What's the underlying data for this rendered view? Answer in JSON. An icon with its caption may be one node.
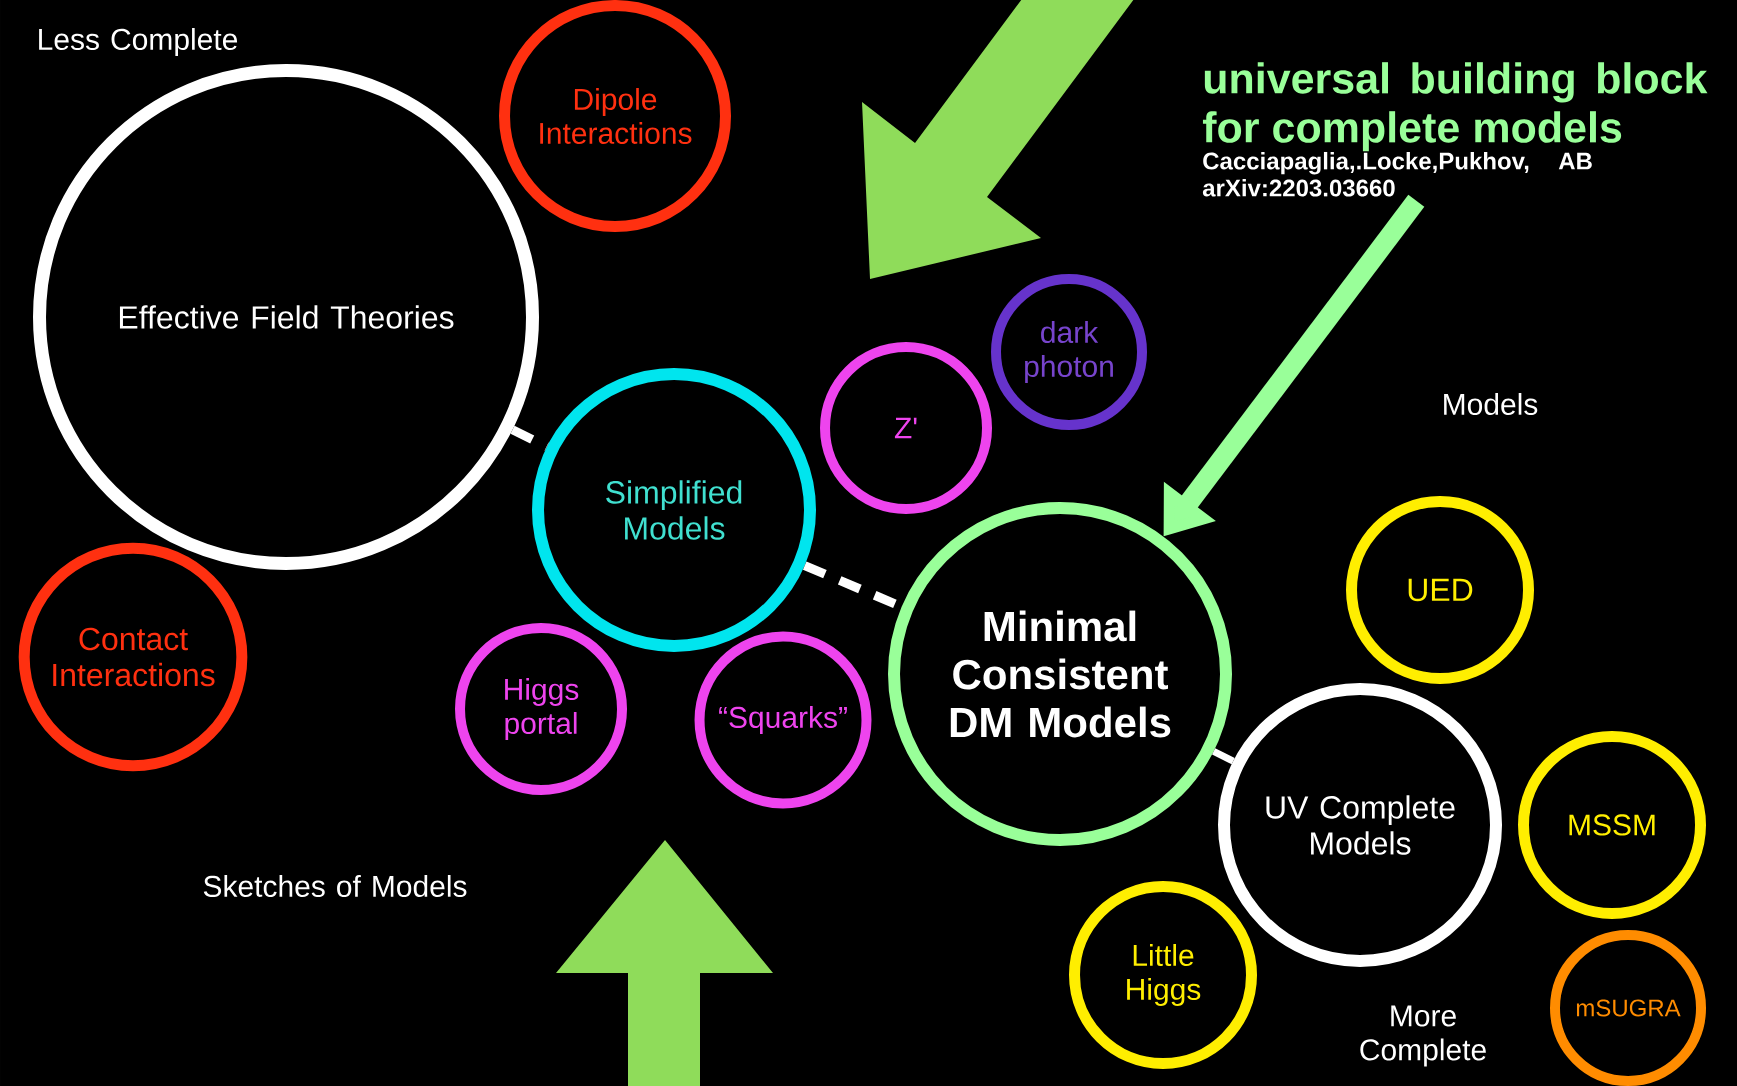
{
  "diagram": {
    "nodes": [
      {
        "text": [
          "Dipole Interactions"
        ]
      },
      {
        "text": [
          "Effective Field Theories"
        ]
      },
      {
        "text": [
          "universal building block for complete models",
          "Cacciapaglia,.Locke,Pukhov, AB arXiv:2203.03660"
        ]
      },
      {
        "text": [
          "dark photon"
        ]
      },
      {
        "text": [
          "Z'"
        ]
      },
      {
        "text": [
          "Simplified Models"
        ]
      },
      {
        "text": [
          "Contact Interactions"
        ]
      },
      {
        "text": [
          "Minimal Consistent DM Models"
        ]
      },
      {
        "text": [
          "UED"
        ]
      },
      {
        "text": [
          "Higgs portal"
        ]
      },
      {
        "text": [
          "“Squarks”"
        ]
      },
      {
        "text": [
          "UV Complete Models"
        ]
      },
      {
        "text": [
          "MSSM"
        ]
      },
      {
        "text": [
          "Little Higgs"
        ]
      },
      {
        "text": [
          "mSUGRA"
        ]
      }
    ],
    "edges": [
      {
        "from": 1,
        "to": 5,
        "arrow": "none",
        "style": "dashed"
      },
      {
        "from": 5,
        "to": 7,
        "arrow": "none",
        "style": "dashed"
      },
      {
        "from": 7,
        "to": 11,
        "arrow": "none"
      },
      {
        "from": 2,
        "to": 7,
        "arrow": "to",
        "style": "thick",
        "color": "#99ff99"
      }
    ],
    "labels": [
      "Less Complete",
      "Models",
      "Sketches of Models",
      "More Complete"
    ]
  }
}
